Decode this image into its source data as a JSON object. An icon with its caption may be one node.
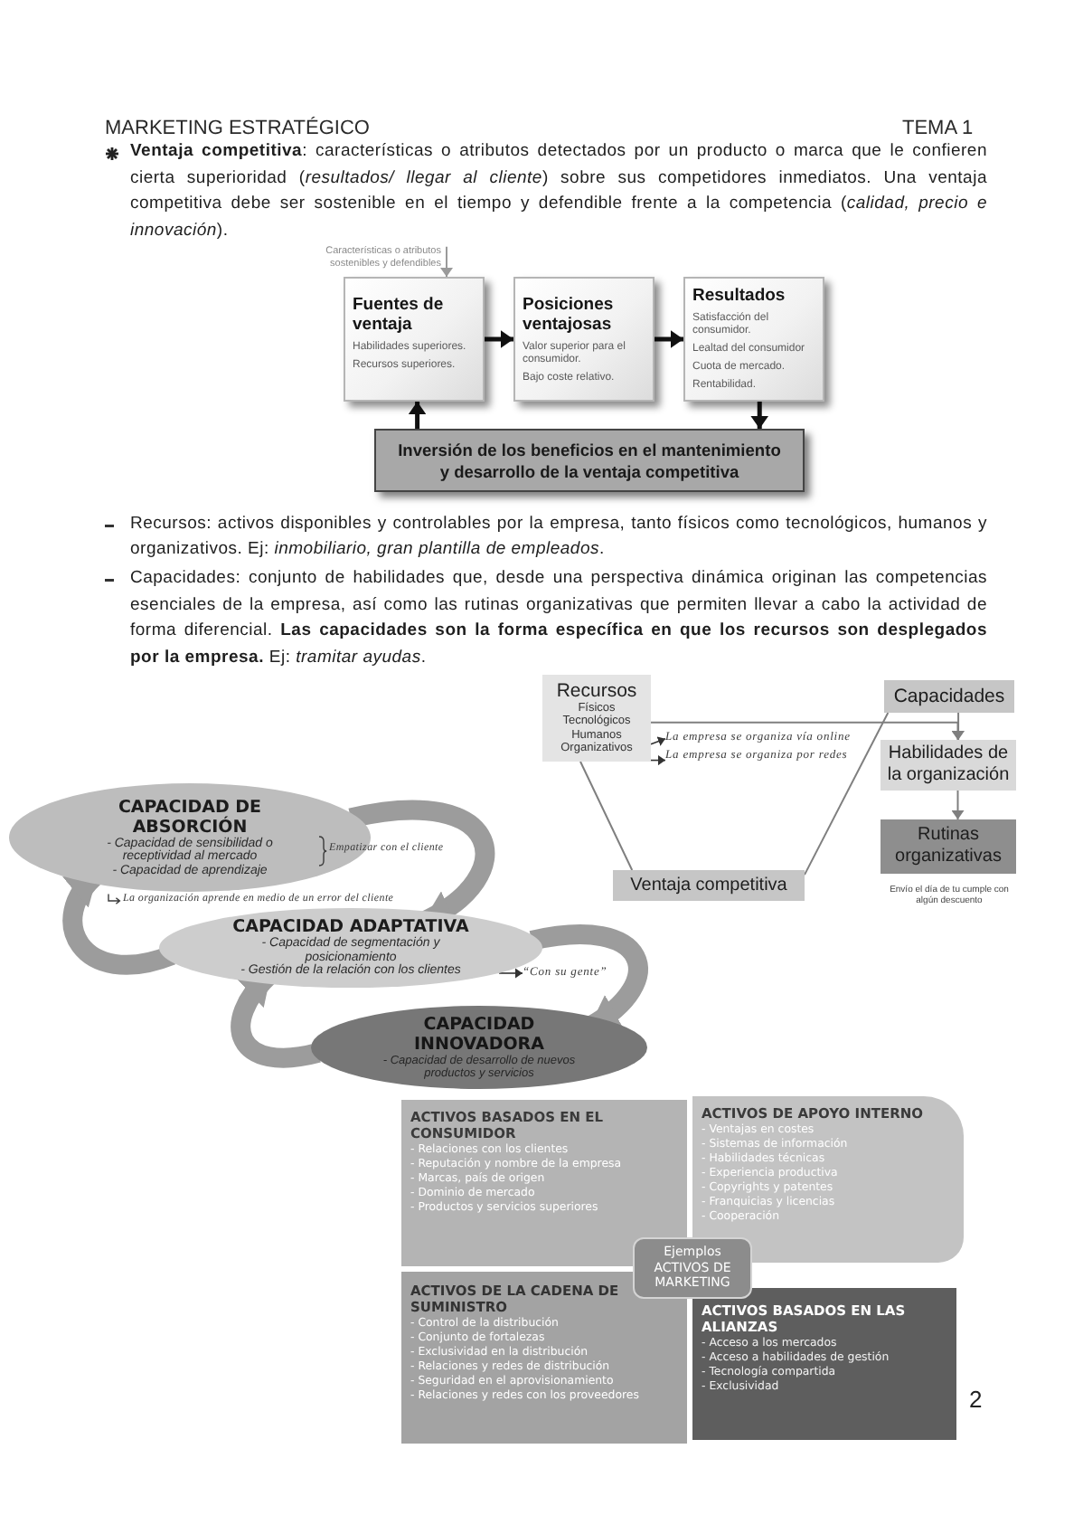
{
  "diagram": {
    "nodes": [
      {
        "text": [
          "Características o atributos sostenibles y defendibles"
        ]
      },
      {
        "text": [
          "Fuentes de ventaja",
          "Habilidades superiores.",
          "Recursos superiores."
        ]
      },
      {
        "text": [
          "Posiciones ventajosas",
          "Valor superior para el consumidor.",
          "Bajo coste relativo."
        ]
      },
      {
        "text": [
          "Resultados",
          "Satisfacción del consumidor.",
          "Lealtad del consumidor",
          "Cuota de mercado.",
          "Rentabilidad."
        ]
      },
      {
        "text": [
          "Inversión de los beneficios en el mantenimiento y desarrollo de la ventaja competitiva"
        ]
      },
      {
        "text": [
          "Recursos",
          "Físicos",
          "Tecnológicos",
          "Humanos",
          "Organizativos"
        ]
      },
      {
        "text": [
          "Capacidades"
        ]
      },
      {
        "text": [
          "La empresa se organiza vía online"
        ]
      },
      {
        "text": [
          "La empresa se organiza por redes"
        ]
      },
      {
        "text": [
          "Habilidades de la organización"
        ]
      },
      {
        "text": [
          "Rutinas organizativas"
        ]
      },
      {
        "text": [
          "Ventaja competitiva"
        ]
      },
      {
        "text": [
          "CAPACIDAD DE ABSORCIÓN",
          "- Capacidad de sensibilidad o receptividad al mercado",
          "- Capacidad de aprendizaje"
        ]
      },
      {
        "text": [
          "CAPACIDAD ADAPTATIVA",
          "- Capacidad de segmentación y posicionamiento",
          "- Gestión de la relación con los clientes"
        ]
      },
      {
        "text": [
          "“Con su gente”"
        ]
      },
      {
        "text": [
          "CAPACIDAD INNOVADORA",
          "- Capacidad de desarrollo de nuevos productos y servicios"
        ]
      },
      {
        "text": [
          "ACTIVOS BASADOS EN EL CONSUMIDOR",
          "- Relaciones con los clientes",
          "- Reputación y nombre de la empresa",
          "- Marcas, país de origen",
          "- Dominio de mercado",
          "- Productos y servicios superiores"
        ]
      },
      {
        "text": [
          "ACTIVOS DE APOYO INTERNO",
          "- Ventajas en costes",
          "- Sistemas de información",
          "- Habilidades técnicas",
          "- Experiencia productiva",
          "- Copyrights y patentes",
          "- Franquicias y licencias",
          "- Cooperación"
        ]
      },
      {
        "text": [
          "Ejemplos ACTIVOS DE MARKETING"
        ]
      },
      {
        "text": [
          "ACTIVOS DE LA CADENA DE SUMINISTRO",
          "- Control de la distribución",
          "- Conjunto de fortalezas",
          "- Exclusividad en la distribución",
          "- Relaciones y redes de distribución",
          "- Seguridad en el aprovisionamiento",
          "- Relaciones y redes con los proveedores"
        ]
      },
      {
        "text": [
          "ACTIVOS BASADOS EN LAS ALIANZAS",
          "- Acceso a los mercados",
          "- Acceso a habilidades de gestión",
          "- Tecnología compartida",
          "- Exclusividad"
        ]
      }
    ],
    "edges": [
      {
        "from": 0,
        "to": 1,
        "arrow": "to",
        "color": "#9a9a9a"
      },
      {
        "from": 1,
        "to": 2,
        "arrow": "to",
        "style": "thick",
        "color": "#111111"
      },
      {
        "from": 2,
        "to": 3,
        "arrow": "to",
        "style": "thick",
        "color": "#111111"
      },
      {
        "from": 3,
        "to": 4,
        "arrow": "to",
        "style": "thick",
        "color": "#111111"
      },
      {
        "from": 4,
        "to": 1,
        "arrow": "to",
        "style": "thick",
        "color": "#111111"
      },
      {
        "from": 5,
        "to": 7,
        "arrow": "to",
        "color": "#333333"
      },
      {
        "from": 5,
        "to": 8,
        "arrow": "to",
        "color": "#333333"
      },
      {
        "from": 5,
        "to": 9,
        "arrow": "to"
      },
      {
        "from": 6,
        "to": 9,
        "arrow": "to"
      },
      {
        "from": 9,
        "to": 10,
        "arrow": "to"
      },
      {
        "from": 5,
        "to": 11,
        "arrow": "none"
      },
      {
        "from": 6,
        "to": 11,
        "arrow": "none"
      },
      {
        "from": 12,
        "to": 13,
        "arrow": "to",
        "style": "thick",
        "color": "#9c9c9c"
      },
      {
        "from": 13,
        "to": 12,
        "arrow": "to",
        "style": "thick",
        "color": "#9c9c9c"
      },
      {
        "from": 13,
        "to": 15,
        "arrow": "to",
        "style": "thick",
        "color": "#9c9c9c"
      },
      {
        "from": 15,
        "to": 13,
        "arrow": "to",
        "style": "thick",
        "color": "#9c9c9c"
      },
      {
        "from": 13,
        "to": 14,
        "arrow": "to",
        "color": "#333333"
      }
    ],
    "labels": [
      "MARKETING ESTRATÉGICO",
      "TEMA 1",
      "**Ventaja competitiva**: características o atributos detectados por un producto o marca que le confieren cierta superioridad (*resultados/ llegar al cliente*) sobre sus competidores inmediatos. Una ventaja competitiva debe ser sostenible en el tiempo y defendible frente a la competencia (*calidad, precio e innovación*).",
      "Recursos: activos disponibles y controlables por la empresa, tanto físicos como tecnológicos, humanos y organizativos. Ej: *inmobiliario, gran plantilla de empleados*.",
      "Capacidades: conjunto de habilidades que, desde una perspectiva dinámica originan las competencias esenciales de la empresa, así como las rutinas organizativas que permiten llevar a cabo la actividad de forma diferencial. **Las capacidades son la forma específica en que los recursos son desplegados por la empresa.** Ej: *tramitar ayudas*.",
      "Empatizar con el cliente",
      "La organización aprende en medio de un error del cliente",
      "Envío el día de tu cumple con algún descuento",
      "2"
    ]
  }
}
